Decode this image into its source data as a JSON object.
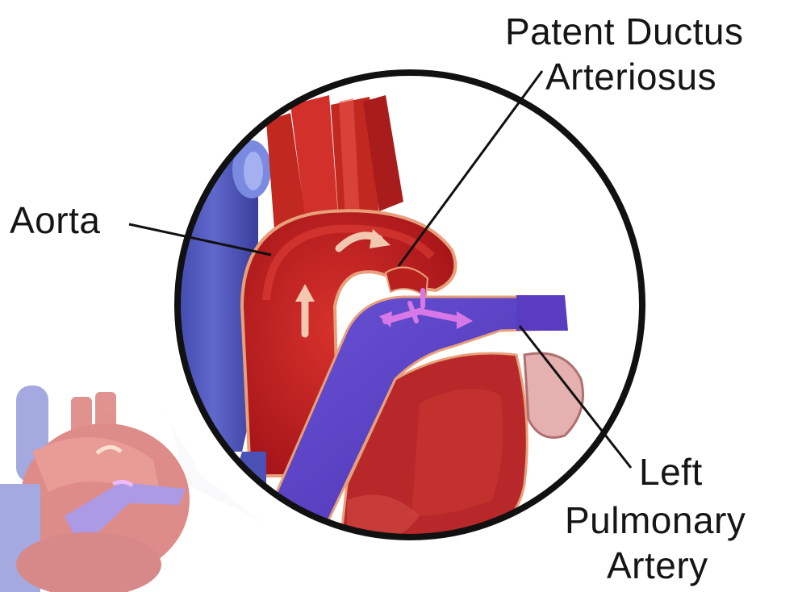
{
  "labels": {
    "patent_ductus_line1": "Patent Ductus",
    "patent_ductus_line2": "Arteriosus",
    "aorta": "Aorta",
    "left_pulmonary_line1": "Left",
    "left_pulmonary_line2": "Pulmonary",
    "left_pulmonary_line3": "Artery"
  },
  "colors": {
    "aorta_red": "#c8201e",
    "aorta_highlight": "#e23a2e",
    "pulmonary_blue": "#5b3fc4",
    "vein_blue": "#4a52b8",
    "muscle_red": "#b8282a",
    "flow_arrow": "#f2c8b0",
    "shunt_arrow": "#d878e8",
    "lens_border": "#111111",
    "leader_line": "#111111"
  }
}
